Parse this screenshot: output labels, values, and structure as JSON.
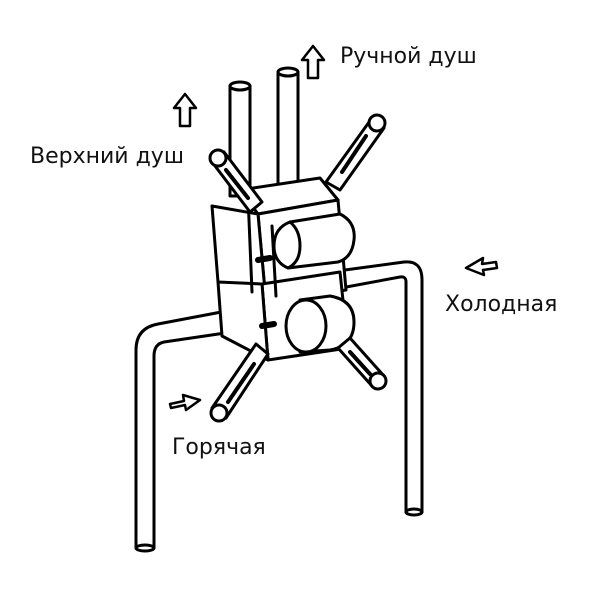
{
  "labels": {
    "hand_shower": "Ручной душ",
    "top_shower": "Верхний душ",
    "cold": "Холодная",
    "hot": "Горячая"
  },
  "colors": {
    "line": "#000000",
    "fill": "#ffffff",
    "text": "#111111"
  }
}
